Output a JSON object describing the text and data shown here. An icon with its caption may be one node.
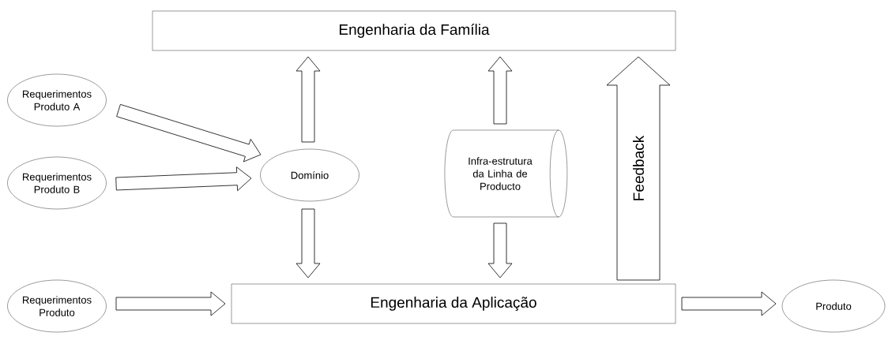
{
  "diagram": {
    "nodes": [
      {
        "text": [
          "Engenharia da Família"
        ]
      },
      {
        "text": [
          "Requerimentos Produto A"
        ]
      },
      {
        "text": [
          "Requerimentos Produto B"
        ]
      },
      {
        "text": [
          "Domínio"
        ]
      },
      {
        "text": [
          "Infra-estrutura da Linha de Producto"
        ]
      },
      {
        "text": [
          "Requerimentos Produto"
        ]
      },
      {
        "text": [
          "Engenharia da Aplicação"
        ]
      },
      {
        "text": [
          "Produto"
        ]
      }
    ],
    "edges": [
      {
        "from": 1,
        "to": 3,
        "arrow": "to"
      },
      {
        "from": 2,
        "to": 3,
        "arrow": "to"
      },
      {
        "from": 3,
        "to": 0,
        "arrow": "to"
      },
      {
        "from": 4,
        "to": 0,
        "arrow": "to"
      },
      {
        "from": 3,
        "to": 6,
        "arrow": "to"
      },
      {
        "from": 4,
        "to": 6,
        "arrow": "to"
      },
      {
        "from": 5,
        "to": 6,
        "arrow": "to"
      },
      {
        "from": 6,
        "to": 7,
        "arrow": "to"
      },
      {
        "from": 6,
        "to": 0,
        "arrow": "to",
        "label": "Feedback",
        "style": "thick"
      }
    ]
  }
}
